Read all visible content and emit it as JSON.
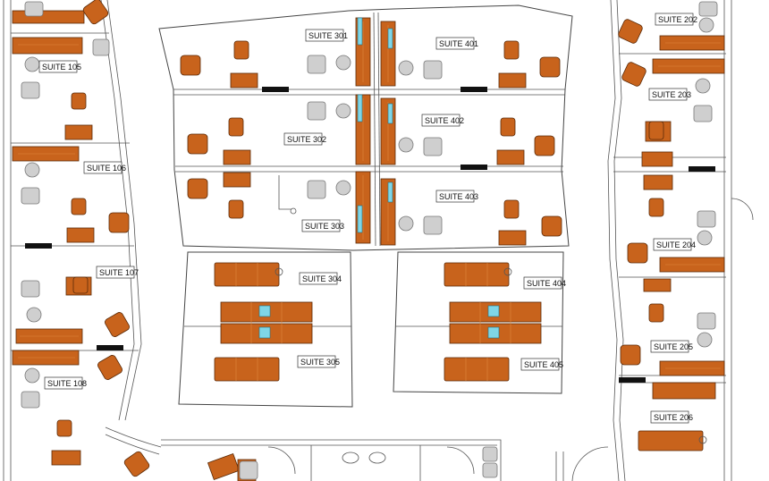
{
  "suites": {
    "s101": "SUITE 105",
    "s106": "SUITE 106",
    "s107": "SUITE 107",
    "s108": "SUITE 108",
    "s301": "SUITE 301",
    "s302": "SUITE 302",
    "s303": "SUITE 303",
    "s304": "SUITE 304",
    "s305": "SUITE 305",
    "s401": "SUITE 401",
    "s402": "SUITE 402",
    "s403": "SUITE 403",
    "s404": "SUITE 404",
    "s405": "SUITE 405",
    "s202": "SUITE 202",
    "s203": "SUITE 203",
    "s204": "SUITE 204",
    "s205": "SUITE 205",
    "s206": "SUITE 206"
  },
  "colors": {
    "furniture": "#c8631c",
    "chair_gray": "#cfcfcf",
    "glass": "#7fd6e6"
  }
}
